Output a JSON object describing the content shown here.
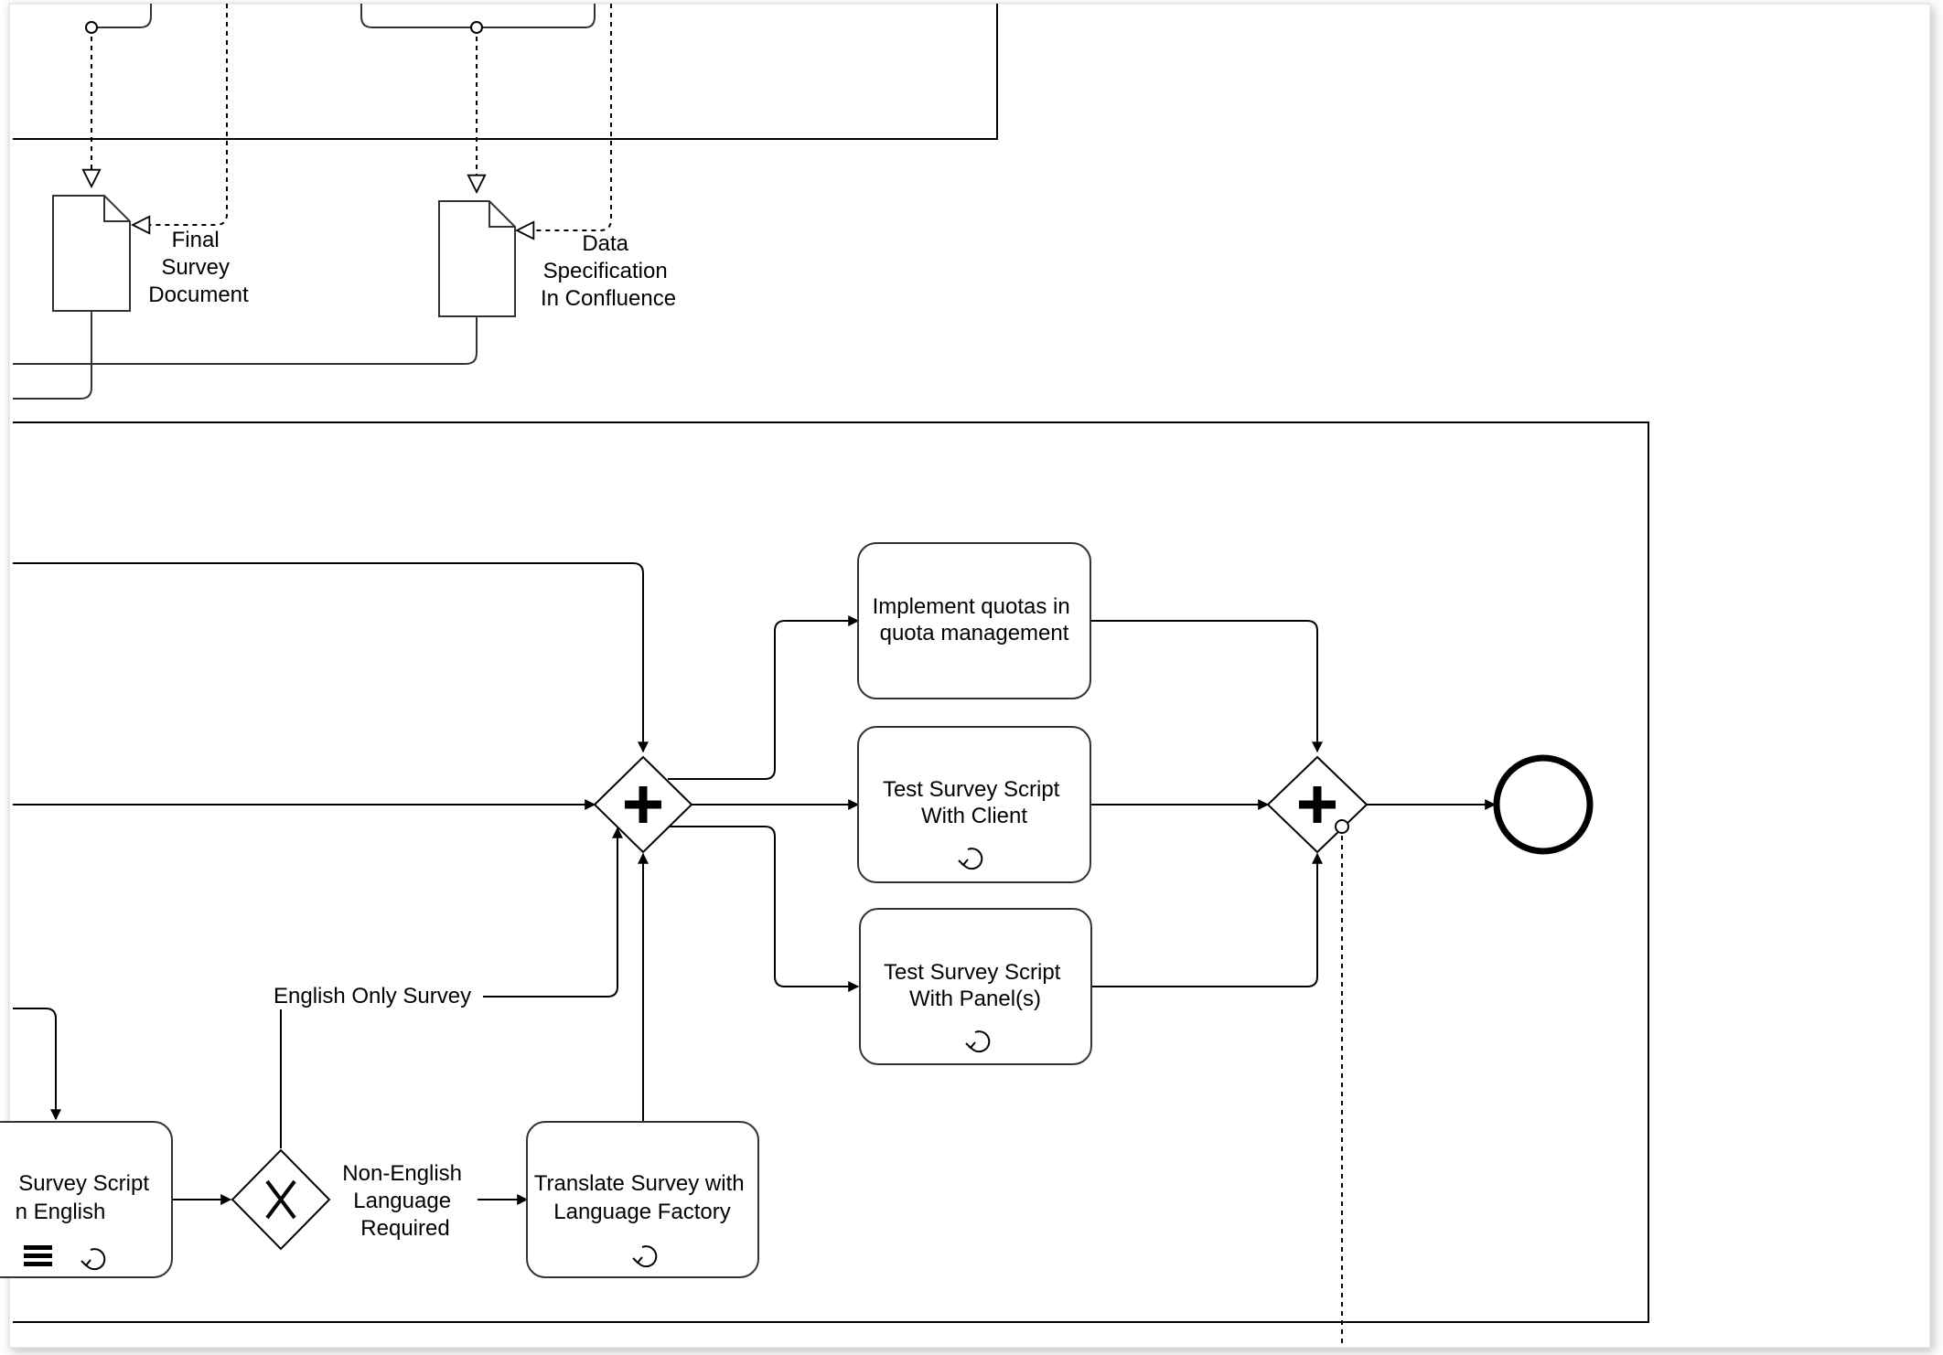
{
  "data_objects": {
    "final_survey": [
      "Final",
      "Survey",
      "Document"
    ],
    "data_spec": [
      "Data",
      "Specification",
      "In Confluence"
    ]
  },
  "tasks": {
    "implement_quotas": [
      "Implement quotas in",
      "quota management"
    ],
    "test_client": [
      "Test Survey Script",
      "With Client"
    ],
    "test_panel": [
      "Test Survey Script",
      "With Panel(s)"
    ],
    "program_survey": [
      "Survey Script",
      "n English"
    ],
    "translate": [
      "Translate Survey with",
      "Language Factory"
    ]
  },
  "flow_labels": {
    "english_only": "English Only Survey",
    "non_english": [
      "Non-English",
      "Language",
      "Required"
    ]
  },
  "colors": {
    "stroke": "#000000",
    "shape_stroke": "#333333",
    "fill": "#ffffff",
    "page_border": "#d8d8d8"
  },
  "icons": {
    "loop": "loop-marker-icon",
    "sequential": "sequential-multi-instance-icon",
    "parallel_gateway": "plus-icon",
    "exclusive_gateway": "x-icon",
    "end_event": "circle-icon"
  }
}
